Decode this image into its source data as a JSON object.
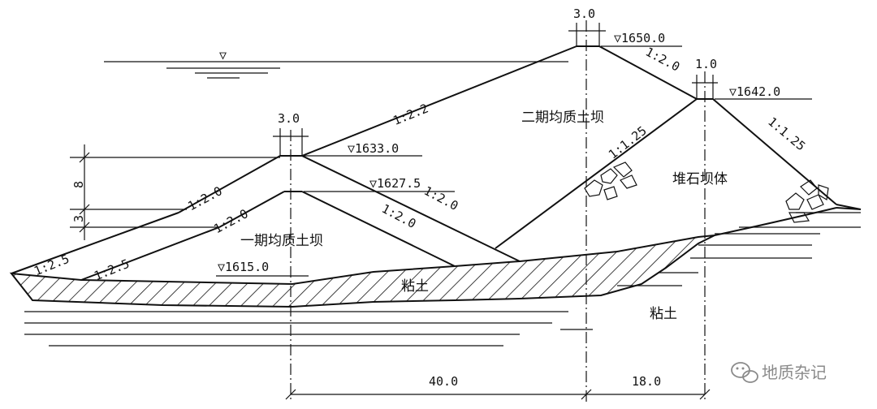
{
  "labels": {
    "crest_width_upper": "3.0",
    "elev_upper_crest": "▽1650.0",
    "slope_upper_left": "1:2.2",
    "slope_upper_right": "1:2.0",
    "berm_width": "1.0",
    "elev_berm": "▽1642.0",
    "stage2_dam": "二期均质土坝",
    "slope_rockfill_inner": "1:1.25",
    "slope_rockfill_outer": "1:1.25",
    "rockfill_body": "堆石坝体",
    "crest_width_lower": "3.0",
    "elev_lower_crest": "▽1633.0",
    "elev_stage1_crest": "▽1627.5",
    "dim_8": "8",
    "dim_3": "3",
    "slope_l1": "1:2.0",
    "slope_l2": "1:2.0",
    "slope_l3": "1:2.5",
    "slope_l4": "1:2.5",
    "stage1_dam": "一期均质土坝",
    "slope_r1": "1:2.0",
    "slope_r2": "1:2.0",
    "elev_base": "▽1615.0",
    "clay_upper": "粘土",
    "clay_lower": "粘土",
    "dim_40": "40.0",
    "dim_18": "18.0",
    "water_symbol": "▽"
  },
  "watermark": {
    "icon": "wechat-icon",
    "text": "地质杂记"
  }
}
